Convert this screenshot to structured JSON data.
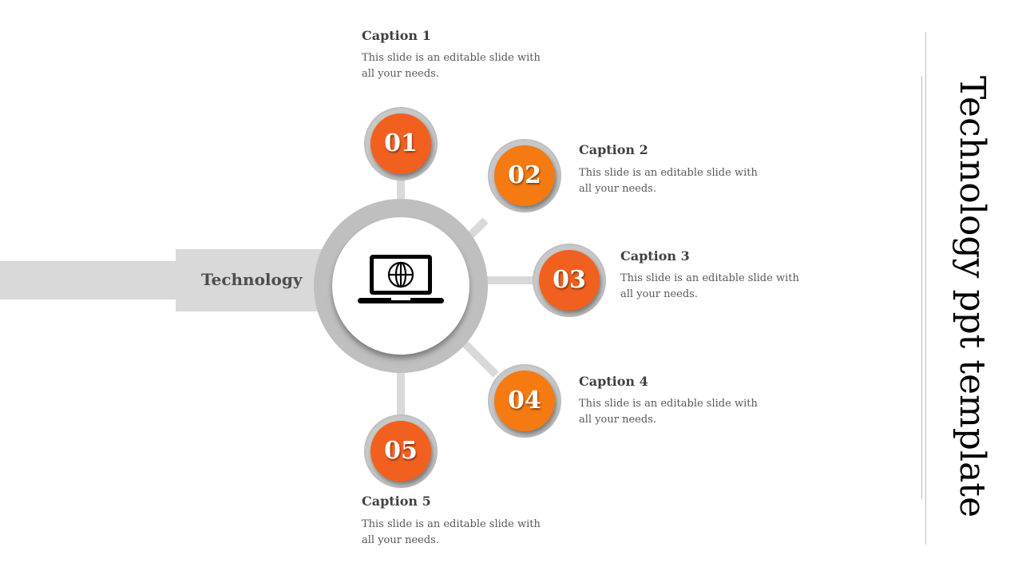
{
  "slide": {
    "title": "Technology ppt template",
    "hub_label": "Technology",
    "hub_icon": "laptop-globe-icon",
    "colors": {
      "accent_orange": "#f2601f",
      "accent_orange_light": "#f57a12",
      "ring_gray": "#bfbfbf",
      "band_gray": "#d9d9d9"
    },
    "steps": [
      {
        "number": "01",
        "title": "Caption 1",
        "text": "This slide is an editable slide with all your needs."
      },
      {
        "number": "02",
        "title": "Caption 2",
        "text": "This slide is an editable slide with all your needs."
      },
      {
        "number": "03",
        "title": "Caption 3",
        "text": "This slide is an editable slide with all your needs."
      },
      {
        "number": "04",
        "title": "Caption 4",
        "text": "This slide is an editable slide with all your needs."
      },
      {
        "number": "05",
        "title": "Caption 5",
        "text": "This slide is an editable slide with all your needs."
      }
    ]
  }
}
